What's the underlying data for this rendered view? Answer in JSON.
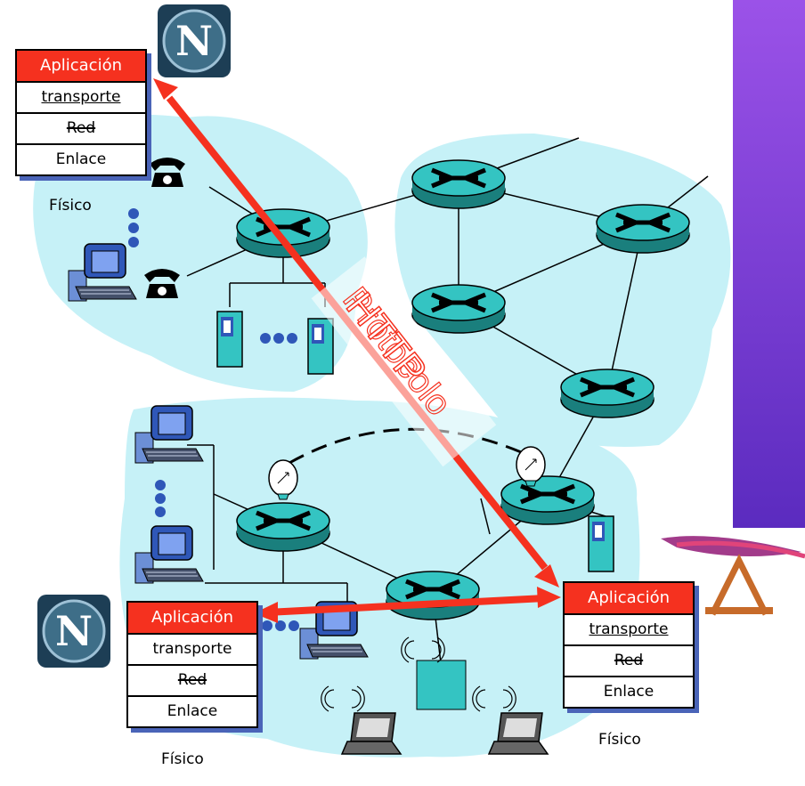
{
  "protocol_label": "HTTP",
  "overlay_text": "Protocolo",
  "stack_top_left": {
    "layers": [
      "Aplicación",
      "transporte",
      "Red",
      "Enlace",
      "Físico"
    ]
  },
  "stack_bottom_left": {
    "layers": [
      "Aplicación",
      "transporte",
      "Red",
      "Enlace",
      "Físico"
    ]
  },
  "stack_right": {
    "layers": [
      "Aplicación",
      "transporte",
      "Red",
      "Enlace",
      "Físico"
    ]
  },
  "colors": {
    "network_cloud": "#c6f1f7",
    "router": "#34c4c2",
    "http_arrow": "#f5311f",
    "stack_header": "#f5311f",
    "stack_shadow": "#4a64b8",
    "purple_bar": "#7d3fd9"
  },
  "icons": [
    "netscape-browser-icon",
    "apache-feather-icon",
    "router-icon",
    "telephone-icon",
    "desktop-computer-icon",
    "server-icon",
    "laptop-icon",
    "satellite-dish-icon",
    "wireless-access-point-icon"
  ]
}
